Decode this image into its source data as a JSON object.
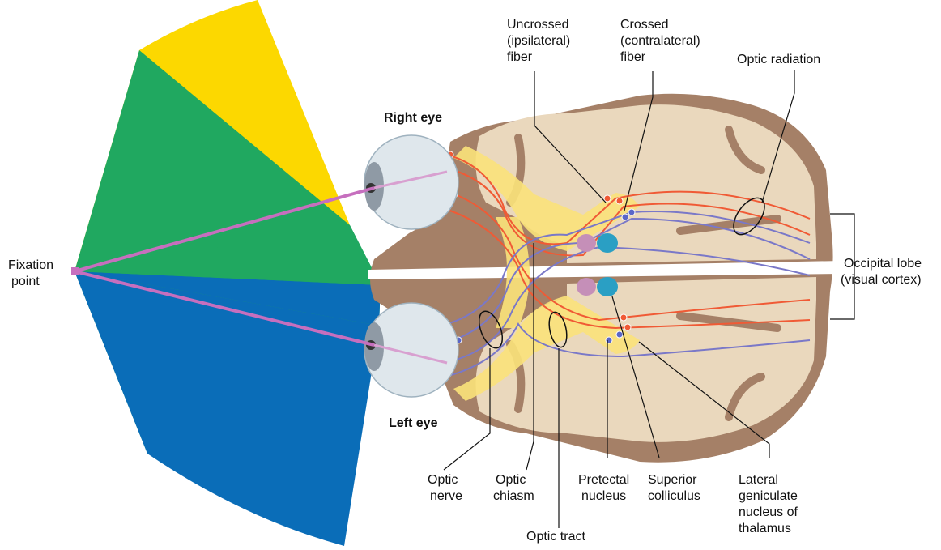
{
  "labels": {
    "uncrossed": [
      "Uncrossed",
      "(ipsilateral)",
      "fiber"
    ],
    "crossed": [
      "Crossed",
      "(contralateral)",
      "fiber"
    ],
    "optic_radiation": "Optic radiation",
    "right_eye": "Right eye",
    "left_eye": "Left eye",
    "fixation_point": [
      "Fixation",
      "point"
    ],
    "occipital_lobe": [
      "Occipital lobe",
      "(visual cortex)"
    ],
    "optic_nerve": [
      "Optic",
      "nerve"
    ],
    "optic_chiasm": [
      "Optic",
      "chiasm"
    ],
    "pretectal_nucleus": [
      "Pretectal",
      "nucleus"
    ],
    "superior_colliculus": [
      "Superior",
      "colliculus"
    ],
    "lateral_geniculate": [
      "Lateral",
      "geniculate",
      "nucleus of",
      "thalamus"
    ],
    "optic_tract": "Optic tract"
  },
  "colors": {
    "field_yellow": "#fcd800",
    "field_green": "#20a860",
    "field_blue": "#0a6db8",
    "brain_outer": "#a58067",
    "brain_inner": "#ead8bd",
    "fiber_highlight": "#fbe27a",
    "crossed_fiber": "#f05a35",
    "uncrossed_fiber": "#7a78c8",
    "pretectal": "#c58fb8",
    "colliculus": "#2a9fc4",
    "sight_line": "#c66fbe"
  }
}
